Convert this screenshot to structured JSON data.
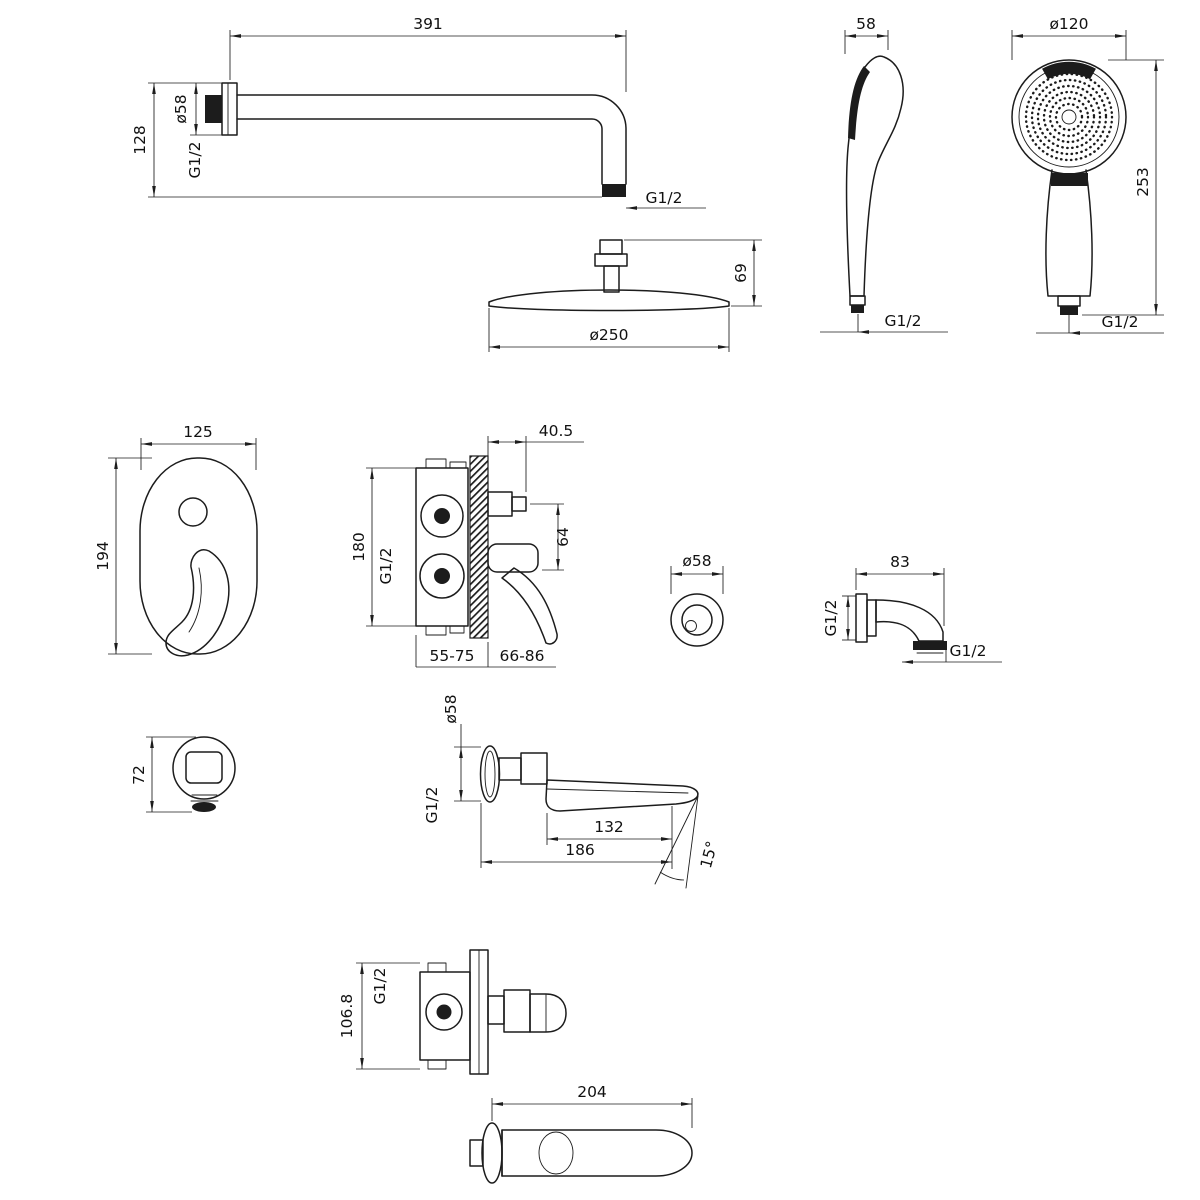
{
  "drawing": {
    "shower_arm": {
      "length": "391",
      "height": "128",
      "flange_dia": "ø58",
      "thread_wall": "G1/2",
      "thread_end": "G1/2"
    },
    "rain_head": {
      "dia": "ø250",
      "height": "69"
    },
    "hand_shower_side": {
      "width": "58",
      "thread": "G1/2"
    },
    "hand_shower_front": {
      "dia": "ø120",
      "height": "253",
      "thread": "G1/2"
    },
    "trim_plate": {
      "width": "125",
      "height": "194"
    },
    "mixer_valve": {
      "depth": "40.5",
      "height": "180",
      "thread": "G1/2",
      "port_spacing": "64",
      "range_a": "55-75",
      "range_b": "66-86"
    },
    "escutcheon": {
      "dia": "ø58"
    },
    "holder_elbow": {
      "width": "83",
      "thread_side": "G1/2",
      "thread_bottom": "G1/2"
    },
    "wall_outlet": {
      "height": "72"
    },
    "tub_spout": {
      "flange_dia": "ø58",
      "thread": "G1/2",
      "reach_inner": "132",
      "reach_total": "186",
      "angle": "15°"
    },
    "single_valve": {
      "height": "106.8",
      "thread": "G1/2"
    },
    "round_spout": {
      "length": "204"
    }
  }
}
